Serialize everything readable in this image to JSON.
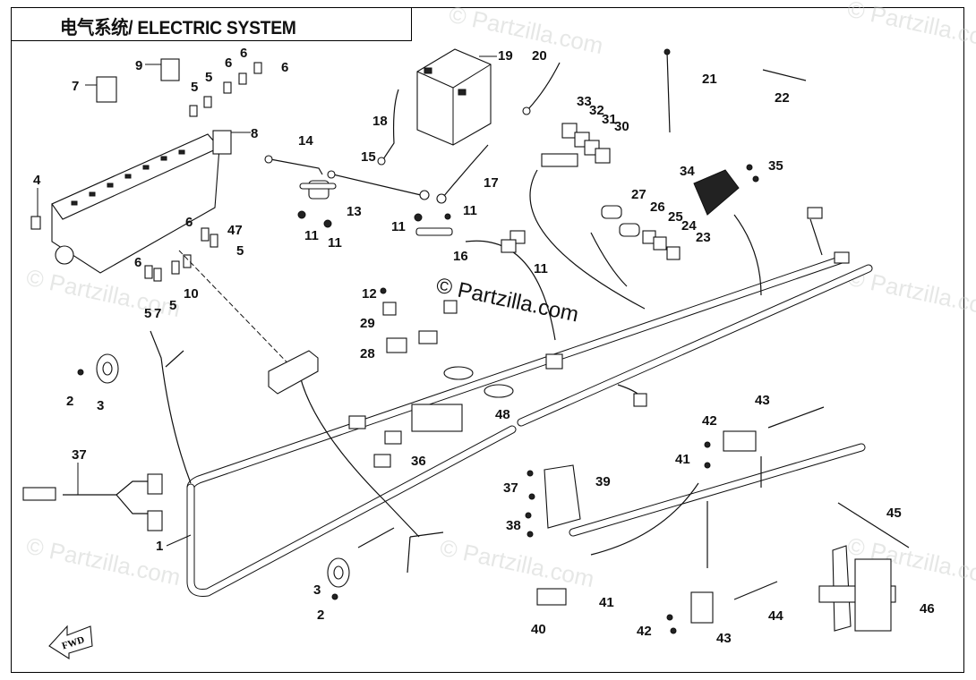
{
  "diagram": {
    "title": "电气系统/ ELECTRIC SYSTEM",
    "fwd_label": "FWD",
    "watermark_text": "© Partzilla.com",
    "colors": {
      "line": "#111111",
      "background": "#ffffff",
      "watermark": "#c8ccc8"
    },
    "callouts": [
      {
        "id": "c1",
        "label": "1"
      },
      {
        "id": "c2a",
        "label": "2"
      },
      {
        "id": "c2b",
        "label": "2"
      },
      {
        "id": "c3a",
        "label": "3"
      },
      {
        "id": "c3b",
        "label": "3"
      },
      {
        "id": "c4",
        "label": "4"
      },
      {
        "id": "c5a",
        "label": "5"
      },
      {
        "id": "c5b",
        "label": "5"
      },
      {
        "id": "c5c",
        "label": "5"
      },
      {
        "id": "c5d",
        "label": "5"
      },
      {
        "id": "c5e",
        "label": "5"
      },
      {
        "id": "c6a",
        "label": "6"
      },
      {
        "id": "c6b",
        "label": "6"
      },
      {
        "id": "c6c",
        "label": "6"
      },
      {
        "id": "c6d",
        "label": "6"
      },
      {
        "id": "c6e",
        "label": "6"
      },
      {
        "id": "c7a",
        "label": "7"
      },
      {
        "id": "c7b",
        "label": "7"
      },
      {
        "id": "c8",
        "label": "8"
      },
      {
        "id": "c9",
        "label": "9"
      },
      {
        "id": "c10",
        "label": "10"
      },
      {
        "id": "c11a",
        "label": "11"
      },
      {
        "id": "c11b",
        "label": "11"
      },
      {
        "id": "c11c",
        "label": "11"
      },
      {
        "id": "c11d",
        "label": "11"
      },
      {
        "id": "c11e",
        "label": "11"
      },
      {
        "id": "c12",
        "label": "12"
      },
      {
        "id": "c13",
        "label": "13"
      },
      {
        "id": "c14",
        "label": "14"
      },
      {
        "id": "c15",
        "label": "15"
      },
      {
        "id": "c16",
        "label": "16"
      },
      {
        "id": "c17",
        "label": "17"
      },
      {
        "id": "c18",
        "label": "18"
      },
      {
        "id": "c19",
        "label": "19"
      },
      {
        "id": "c20",
        "label": "20"
      },
      {
        "id": "c21",
        "label": "21"
      },
      {
        "id": "c22",
        "label": "22"
      },
      {
        "id": "c23",
        "label": "23"
      },
      {
        "id": "c24",
        "label": "24"
      },
      {
        "id": "c25",
        "label": "25"
      },
      {
        "id": "c26",
        "label": "26"
      },
      {
        "id": "c27",
        "label": "27"
      },
      {
        "id": "c28",
        "label": "28"
      },
      {
        "id": "c29",
        "label": "29"
      },
      {
        "id": "c30",
        "label": "30"
      },
      {
        "id": "c31",
        "label": "31"
      },
      {
        "id": "c32",
        "label": "32"
      },
      {
        "id": "c33",
        "label": "33"
      },
      {
        "id": "c34",
        "label": "34"
      },
      {
        "id": "c35",
        "label": "35"
      },
      {
        "id": "c36",
        "label": "36"
      },
      {
        "id": "c37a",
        "label": "37"
      },
      {
        "id": "c37b",
        "label": "37"
      },
      {
        "id": "c38",
        "label": "38"
      },
      {
        "id": "c39",
        "label": "39"
      },
      {
        "id": "c40",
        "label": "40"
      },
      {
        "id": "c41a",
        "label": "41"
      },
      {
        "id": "c41b",
        "label": "41"
      },
      {
        "id": "c42a",
        "label": "42"
      },
      {
        "id": "c42b",
        "label": "42"
      },
      {
        "id": "c43a",
        "label": "43"
      },
      {
        "id": "c43b",
        "label": "43"
      },
      {
        "id": "c44",
        "label": "44"
      },
      {
        "id": "c45",
        "label": "45"
      },
      {
        "id": "c46",
        "label": "46"
      },
      {
        "id": "c47",
        "label": "47"
      },
      {
        "id": "c48",
        "label": "48"
      }
    ]
  }
}
